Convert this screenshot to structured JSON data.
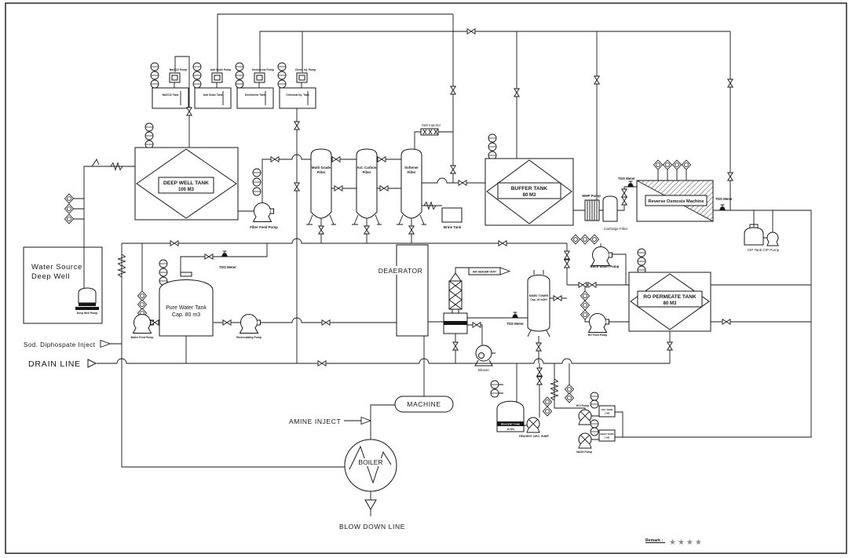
{
  "dosing": [
    {
      "pump": "NaOCl2 Pump",
      "tank": "NaOCl2 Tank"
    },
    {
      "pump": "Anti Scale Pump",
      "tank": "Anti Scale Tank"
    },
    {
      "pump": "Dechlorine Pump",
      "tank": "Dechlorine Tank"
    },
    {
      "pump": "Chem. Inj. Pump",
      "tank": "Chemical Inj. Tank"
    }
  ],
  "equipment": {
    "deep_well_tank": {
      "name": "DEEP WELL TANK",
      "capacity": "100 M3"
    },
    "buffer_tank": {
      "name": "BUFFER TANK",
      "capacity": "80 M3"
    },
    "ro_permeate_tank": {
      "name": "RO PERMEATE TANK",
      "capacity": "80 M3"
    },
    "pure_water_tank": {
      "name": "Pure Water Tank",
      "capacity": "Cap. 80 m3"
    },
    "mixed_tower": {
      "name": "MIXED TOWER",
      "capacity": "Cap. 20 m3/H"
    },
    "reagent_tank": {
      "name": "REAGENT TANK",
      "capacity": "10 M3"
    },
    "hcl_tank": {
      "name": "HCL TANK",
      "capacity": "1 M3"
    },
    "naoh_tank": {
      "name": "NaOH TANK",
      "capacity": "1 M3"
    },
    "brine_tank": "Brine Tank",
    "water_source": {
      "line1": "Water Source",
      "line2": "Deep Well"
    },
    "multi_grade_filter": {
      "line1": "Multi Grade",
      "line2": "Filter"
    },
    "act_carbon_filter": {
      "line1": "Act. Carbon",
      "line2": "Filter"
    },
    "softener_filter": {
      "line1": "Softener",
      "line2": "Filter"
    },
    "cartridge_filter": "Cartridge Filter",
    "ro_machine": "Reverse Osmosis Machine",
    "deaerator": "DEAERATOR",
    "machine": "MACHINE",
    "boiler": "BOILER",
    "blower": "Blower"
  },
  "pumps": {
    "deep_well": "Deep Well Pump",
    "filter_feed": "Filter Feed Pump",
    "boiler_feed": "Boiler Feed Pump",
    "recirculating": "Recirculating Pump",
    "whp": "WHP Pump",
    "back_wash": "Back Wash Pump",
    "ro_feed": "RO Feed Pump",
    "cip": "CIP Tank CIP Pump",
    "reagent_circ": "REAGENT CIRC. PUMP",
    "hcl": "HCl Pump",
    "naoh": "NaOH Pump"
  },
  "annotations": {
    "salt_injector": "Salt Injector",
    "tds_meter": "TDS Meter",
    "air_header_vent": "AIR HEADER VENT",
    "sod_diphospate": "Sod. Diphospate Inject",
    "drain_line": "DRAIN LINE",
    "amine_inject": "AMINE INJECT",
    "blow_down_line": "BLOW DOWN LINE",
    "remark": "Remark :",
    "stars": "★★★★"
  }
}
